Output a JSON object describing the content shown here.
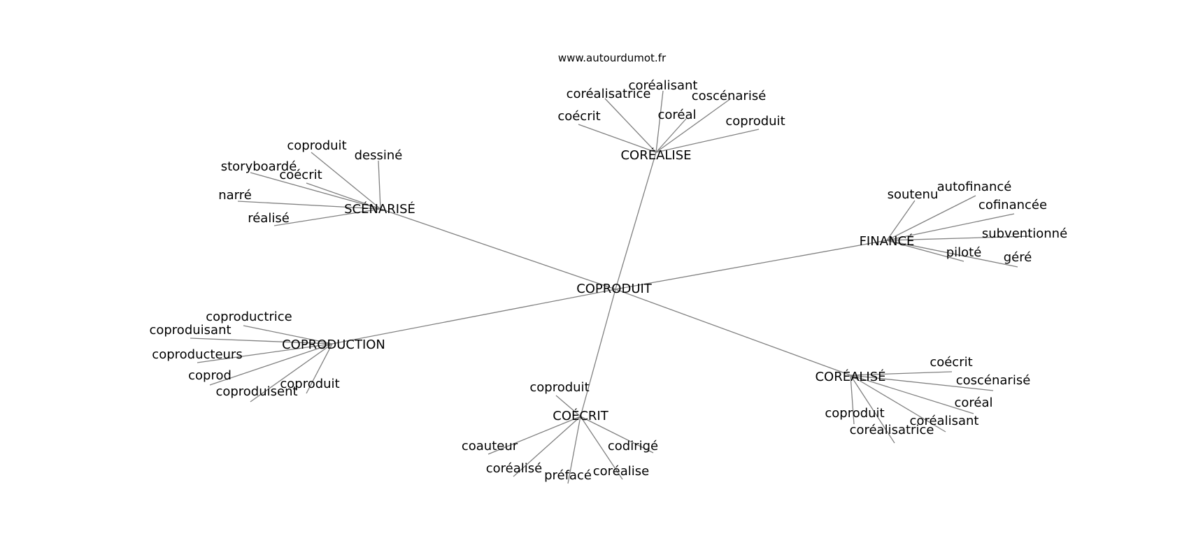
{
  "source": "www.autourdumot.fr",
  "colors": {
    "edge": "#808080",
    "text": "#000000",
    "background": "#ffffff"
  },
  "graph": {
    "center": "COPRODUIT",
    "clusters": [
      {
        "hub": "CORÉALISE",
        "leaves": [
          "coréalisatrice",
          "coréalisant",
          "coscénarisé",
          "coécrit",
          "coréal",
          "coproduit"
        ]
      },
      {
        "hub": "SCÉNARISÉ",
        "leaves": [
          "coproduit",
          "dessiné",
          "storyboardé",
          "coécrit",
          "narré",
          "réalisé"
        ]
      },
      {
        "hub": "FINANCÉ",
        "leaves": [
          "soutenu",
          "autofinancé",
          "cofinancée",
          "subventionné",
          "piloté",
          "géré"
        ]
      },
      {
        "hub": "COPRODUCTION",
        "leaves": [
          "coproductrice",
          "coproduisant",
          "coproducteurs",
          "coprod",
          "coproduit",
          "coproduisent"
        ]
      },
      {
        "hub": "CORÉALISÉ",
        "leaves": [
          "coécrit",
          "coscénarisé",
          "coréal",
          "coréalisant",
          "coproduit",
          "coréalisatrice"
        ]
      },
      {
        "hub": "COÉCRIT",
        "leaves": [
          "coproduit",
          "codirigé",
          "coauteur",
          "coréalisé",
          "préfacé",
          "coréalise"
        ]
      }
    ]
  }
}
